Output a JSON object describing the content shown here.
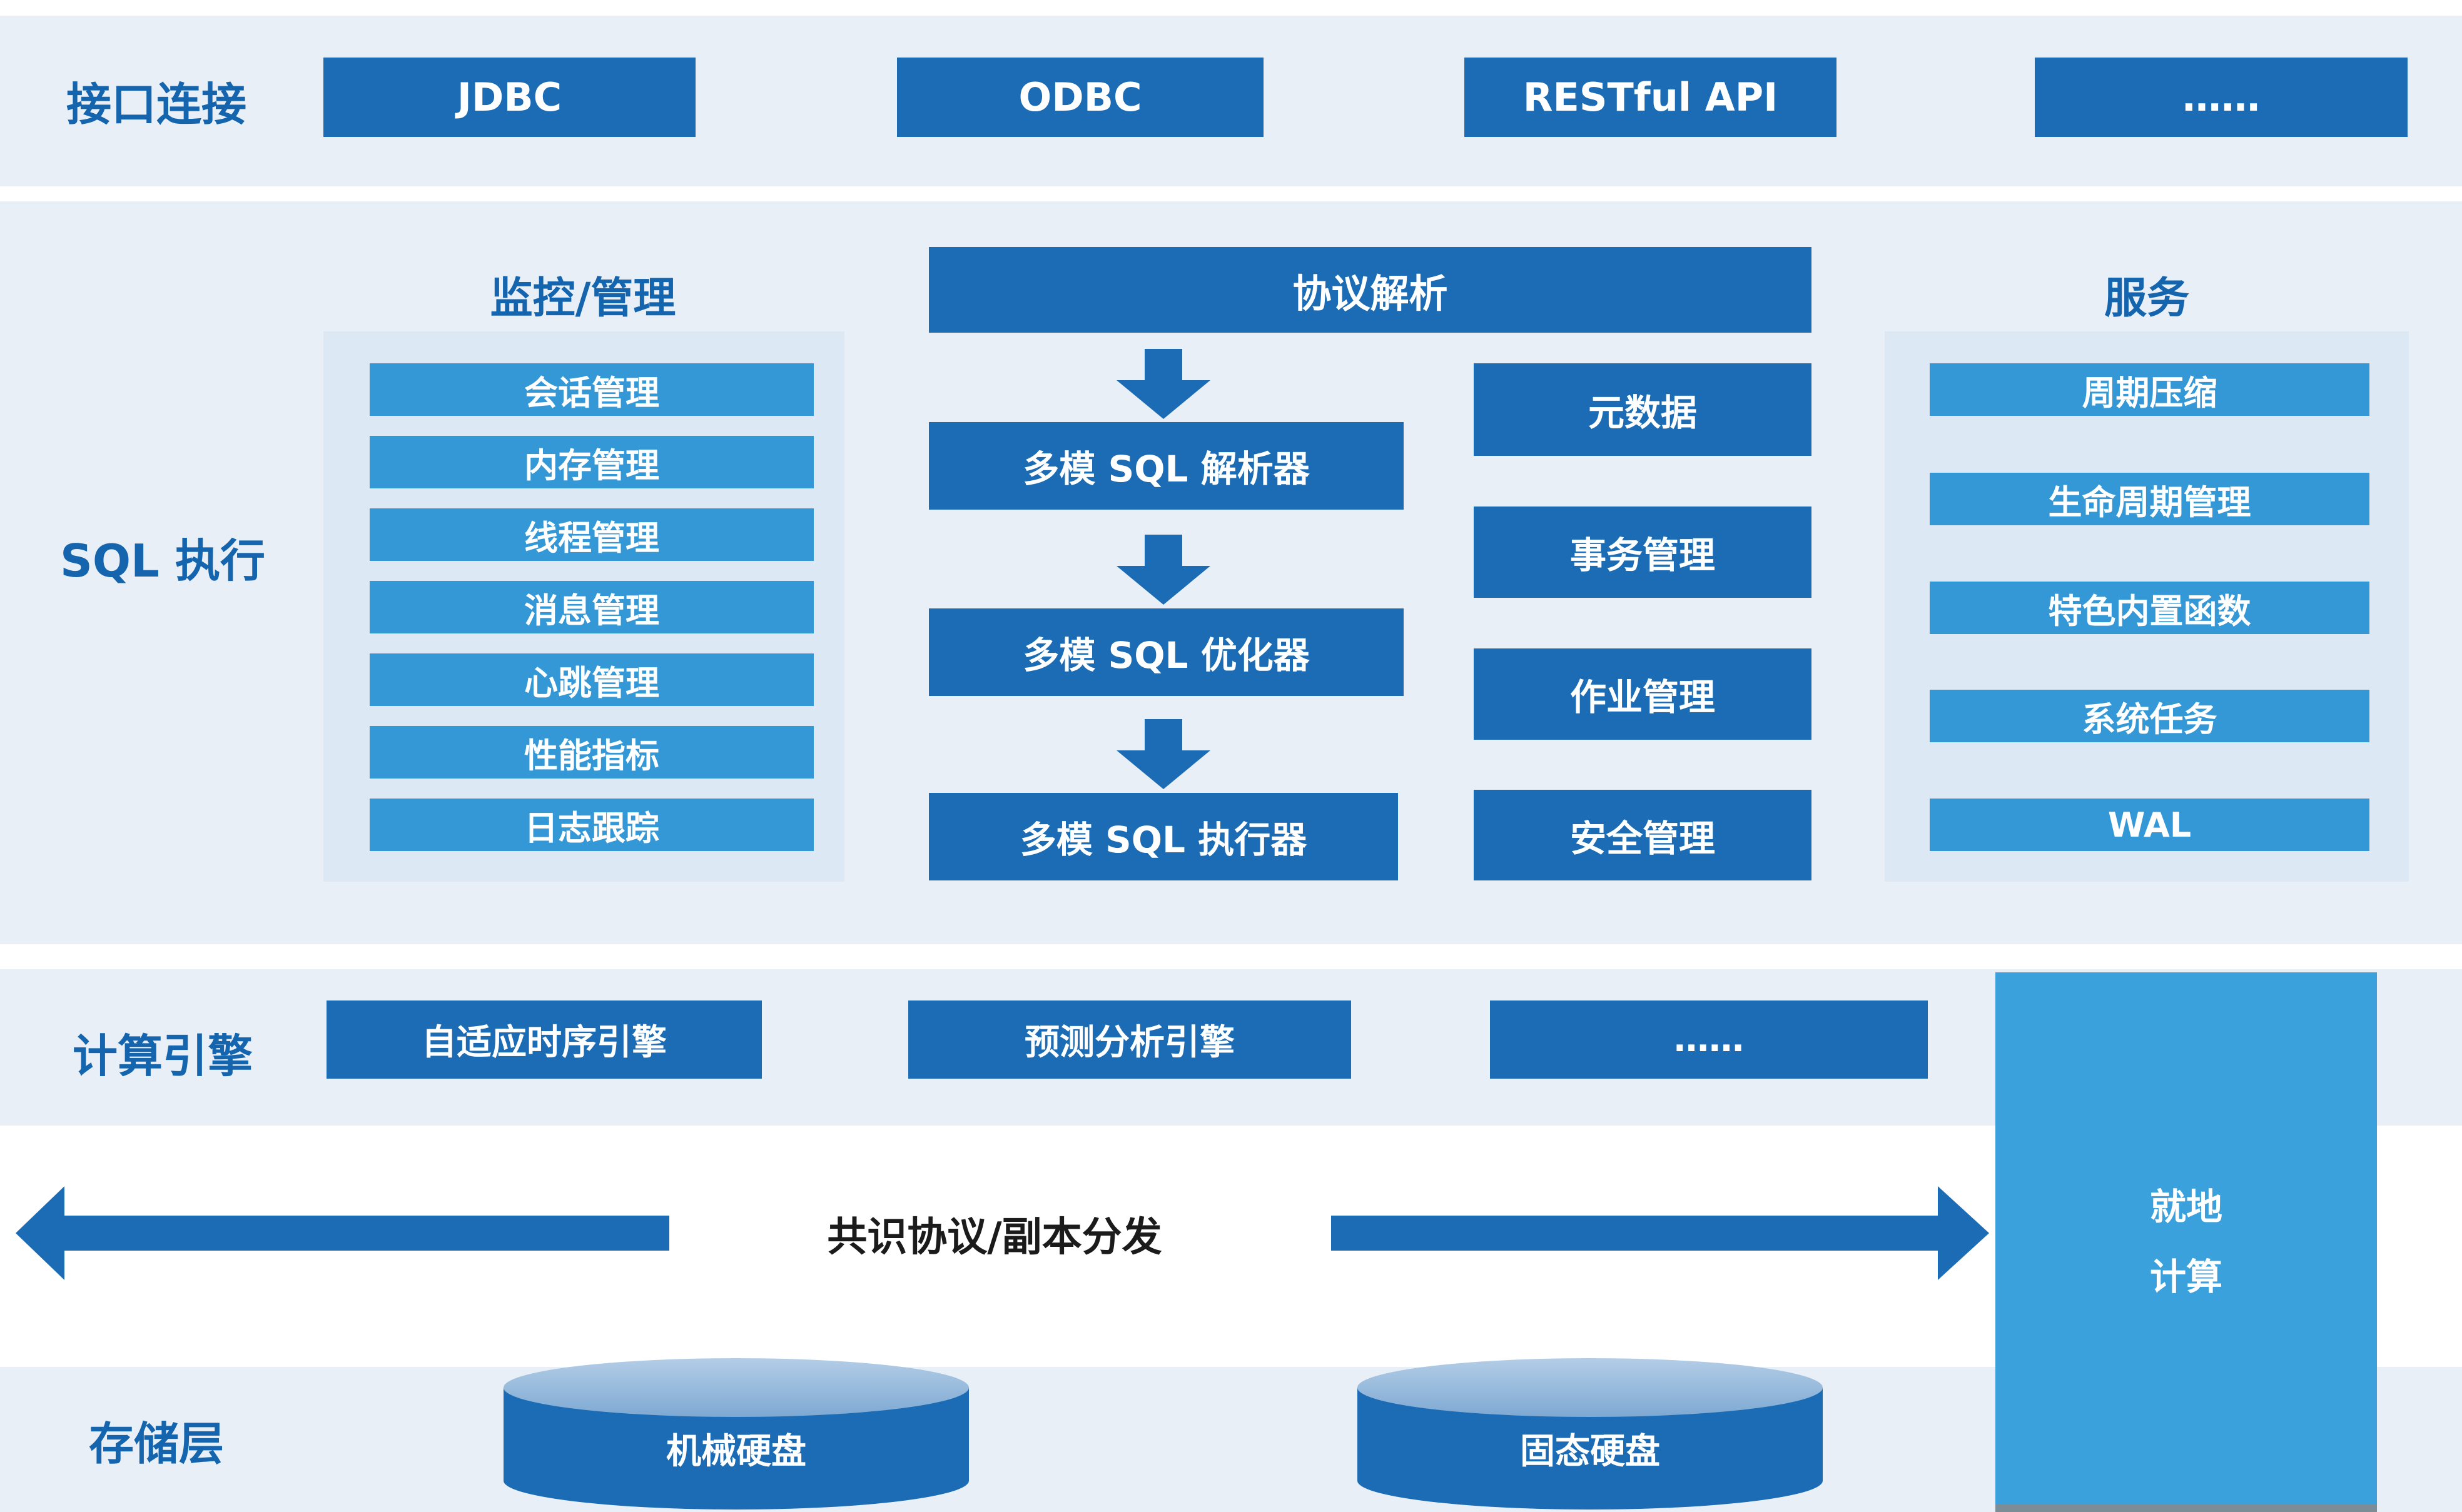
{
  "palette": {
    "primary_blue": "#1b6cb4",
    "light_blue": "#3598d6",
    "inplace_blue": "#3ba1dd",
    "band_background": "#e8eff7",
    "panel_background": "#dce8f4",
    "label_blue": "#1565ae",
    "cylinder_top_blue": "#8fb4da",
    "consensus_text_color": "#1b1b1b"
  },
  "interface_layer": {
    "label": "接口连接",
    "boxes": [
      "JDBC",
      "ODBC",
      "RESTful API",
      "……"
    ]
  },
  "sql_layer": {
    "label": "SQL 执行",
    "monitor": {
      "title": "监控/管理",
      "items": [
        "会话管理",
        "内存管理",
        "线程管理",
        "消息管理",
        "心跳管理",
        "性能指标",
        "日志跟踪"
      ]
    },
    "pipeline": {
      "header": "协议解析",
      "stages": [
        "多模 SQL 解析器",
        "多模 SQL 优化器",
        "多模 SQL 执行器"
      ]
    },
    "middle_boxes": [
      "元数据",
      "事务管理",
      "作业管理",
      "安全管理"
    ],
    "services": {
      "title": "服务",
      "items": [
        "周期压缩",
        "生命周期管理",
        "特色内置函数",
        "系统任务",
        "WAL"
      ]
    }
  },
  "compute_layer": {
    "label": "计算引擎",
    "boxes": [
      "自适应时序引擎",
      "预测分析引擎",
      "……"
    ]
  },
  "consensus": {
    "label": "共识协议/副本分发"
  },
  "inplace_compute": {
    "line1": "就地",
    "line2": "计算"
  },
  "storage_layer": {
    "label": "存储层",
    "disks": [
      "机械硬盘",
      "固态硬盘"
    ]
  }
}
